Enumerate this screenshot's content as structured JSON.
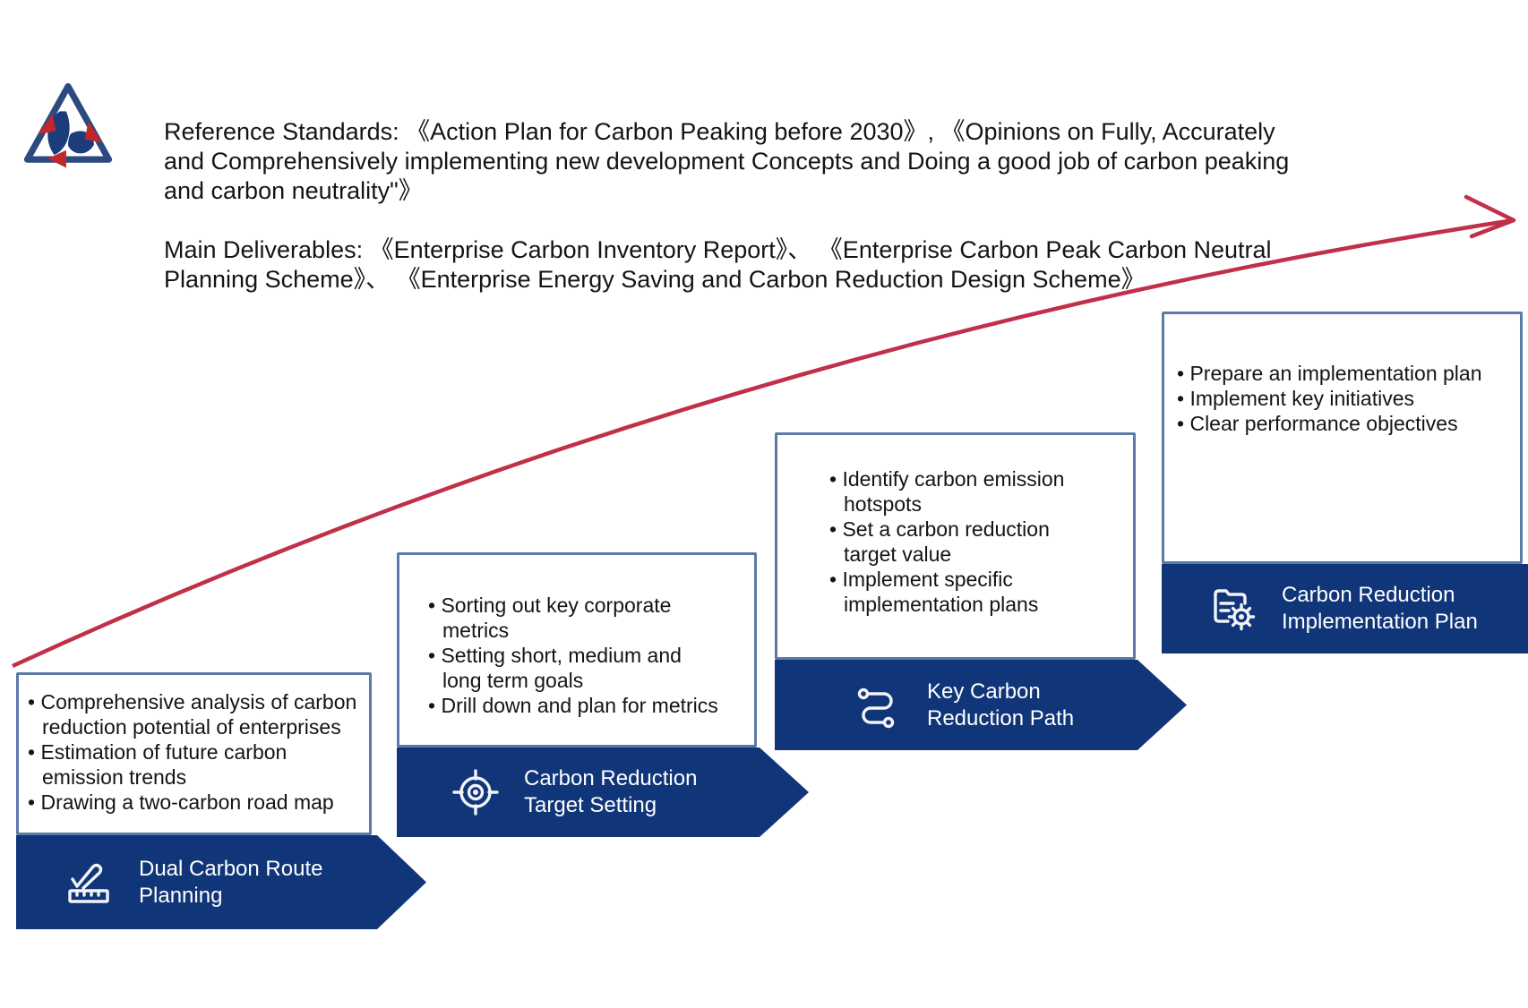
{
  "logo": {
    "icon": "recycle-triangle-leaf-logo"
  },
  "header": {
    "reference_standards": "Reference Standards: 《Action Plan for Carbon Peaking before 2030》, 《Opinions on Fully, Accurately\nand Comprehensively implementing new development Concepts and Doing a good job of carbon peaking\nand carbon neutrality\"》",
    "main_deliverables": "Main Deliverables: 《Enterprise Carbon Inventory Report》、 《Enterprise Carbon Peak Carbon Neutral\nPlanning Scheme》、 《Enterprise Energy Saving and Carbon Reduction Design Scheme》"
  },
  "trend_arrow": {
    "icon": "ascending-trend-arrow",
    "color": "#c03048"
  },
  "steps": [
    {
      "banner": {
        "label": "Dual Carbon Route Planning",
        "icon": "pencil-ruler-icon"
      },
      "bullets": [
        "Comprehensive analysis of carbon\nreduction potential of enterprises",
        "Estimation of future carbon\nemission trends",
        "Drawing a two-carbon road map"
      ]
    },
    {
      "banner": {
        "label": "Carbon Reduction Target Setting",
        "icon": "target-icon"
      },
      "bullets": [
        "Sorting out key corporate\nmetrics",
        "Setting short, medium and\nlong term goals",
        "Drill down and plan for metrics"
      ]
    },
    {
      "banner": {
        "label": "Key Carbon Reduction Path",
        "icon": "route-icon"
      },
      "bullets": [
        "Identify carbon emission\nhotspots",
        "Set a carbon reduction\ntarget value",
        "Implement specific\nimplementation plans"
      ]
    },
    {
      "banner": {
        "label": "Carbon Reduction Implementation Plan",
        "icon": "document-gear-icon"
      },
      "bullets": [
        "Prepare an implementation plan",
        "Implement key initiatives",
        "Clear performance objectives"
      ]
    }
  ],
  "colors": {
    "banner_navy": "#113579",
    "box_border": "#5b7aa8",
    "trend_red": "#c03048",
    "logo_blue": "#2a4a80",
    "logo_red": "#c1272d",
    "banner_text": "#ffffff"
  }
}
